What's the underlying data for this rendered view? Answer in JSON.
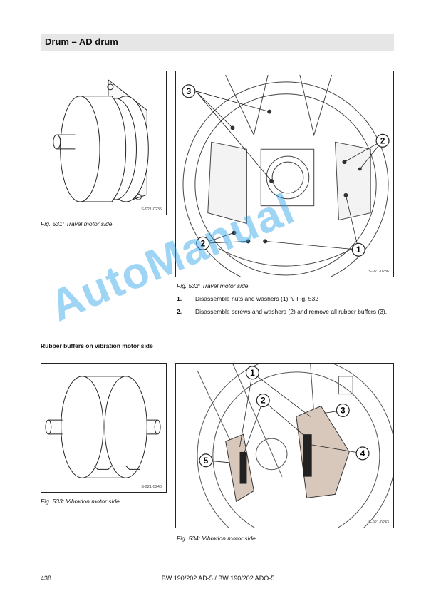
{
  "header": {
    "title": "Drum – AD drum"
  },
  "figures": {
    "fig531": {
      "caption": "Fig.  531: Travel motor side",
      "code": "S-921-0235"
    },
    "fig532": {
      "caption": "Fig.  532: Travel motor side",
      "code": "S-921-0236",
      "callouts": [
        "3",
        "2",
        "2",
        "1"
      ]
    },
    "fig533": {
      "caption": "Fig.  533: Vibration motor side",
      "code": "S-921-0240"
    },
    "fig534": {
      "caption": "Fig.  534: Vibration motor side",
      "code": "S-921-0243",
      "callouts": [
        "1",
        "2",
        "3",
        "4",
        "5"
      ]
    }
  },
  "steps": [
    {
      "num": "1.",
      "text": "Disassemble nuts and washers (1) ⇘ Fig.  532"
    },
    {
      "num": "2.",
      "text": "Disassemble screws and washers (2) and remove all rubber buffers (3)."
    }
  ],
  "section": {
    "title": "Rubber buffers on vibration motor side"
  },
  "watermark": "AutoManual",
  "footer": {
    "page": "438",
    "doc": "BW 190/202 AD-5 / BW 190/202 ADO-5"
  }
}
